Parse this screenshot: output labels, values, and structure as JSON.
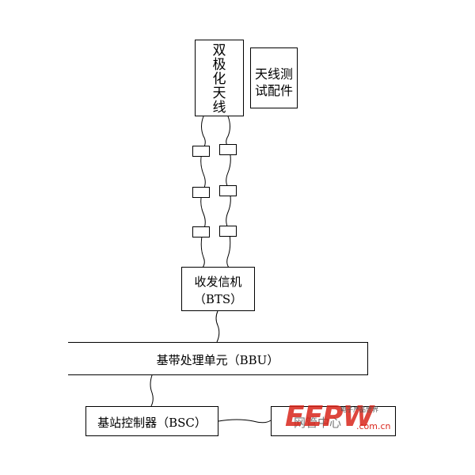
{
  "antenna": {
    "label_chars": [
      "双",
      "极",
      "化",
      "天",
      "线"
    ]
  },
  "test_fixture": {
    "line1": "天线测",
    "line2": "试配件"
  },
  "bts": {
    "line1": "收发信机",
    "line2": "（BTS）"
  },
  "bbu": {
    "label": "基带处理单元（BBU）"
  },
  "bsc": {
    "label": "基站控制器（BSC）"
  },
  "right_box": {
    "label": "网管中心"
  },
  "watermark": {
    "logo": "EEPW",
    "domain": ".com.cn",
    "tagline": "电子产品世界"
  },
  "colors": {
    "line": "#000000",
    "watermark_red": "#d9261c"
  }
}
